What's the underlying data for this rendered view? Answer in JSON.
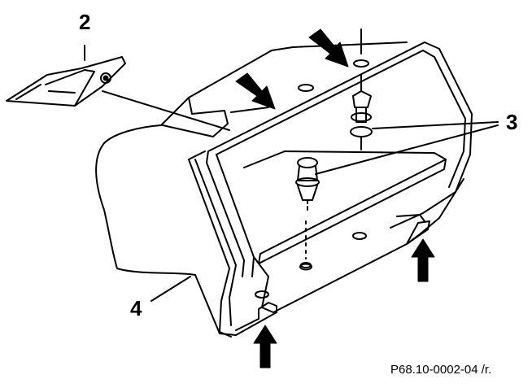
{
  "callouts": {
    "part_2": "2",
    "part_3": "3",
    "part_4": "4"
  },
  "reference_code": "P68.10-0002-04 /r.",
  "colors": {
    "ink": "#000000",
    "paper": "#ffffff"
  },
  "icons": [
    "arrow-icon",
    "push-rivet-icon",
    "clip-icon"
  ]
}
